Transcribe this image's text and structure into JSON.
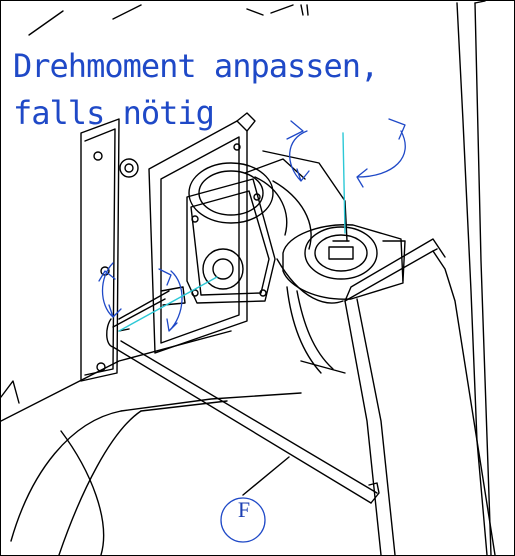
{
  "caption": {
    "line1": "Drehmoment anpassen,",
    "line2": "falls nötig"
  },
  "part_label": "F",
  "colors": {
    "linework": "#000000",
    "annotation_blue": "#1f49c7",
    "axis_cyan": "#2cc8d6"
  },
  "icons": [
    "rotate-arrow-icon",
    "rotate-arrow-icon"
  ]
}
